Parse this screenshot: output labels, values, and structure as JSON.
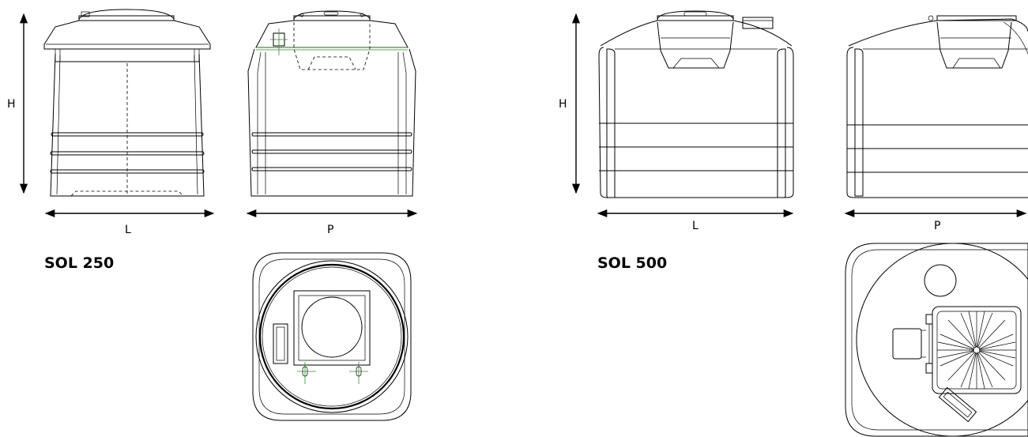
{
  "models": [
    {
      "name": "SOL 250",
      "dimensions": {
        "height": "H",
        "length": "L",
        "depth": "P"
      }
    },
    {
      "name": "SOL 500",
      "dimensions": {
        "height": "H",
        "length": "L",
        "depth": "P"
      }
    }
  ],
  "colors": {
    "line": "#000000",
    "guide": "#2e8b2e",
    "background": "#ffffff"
  }
}
